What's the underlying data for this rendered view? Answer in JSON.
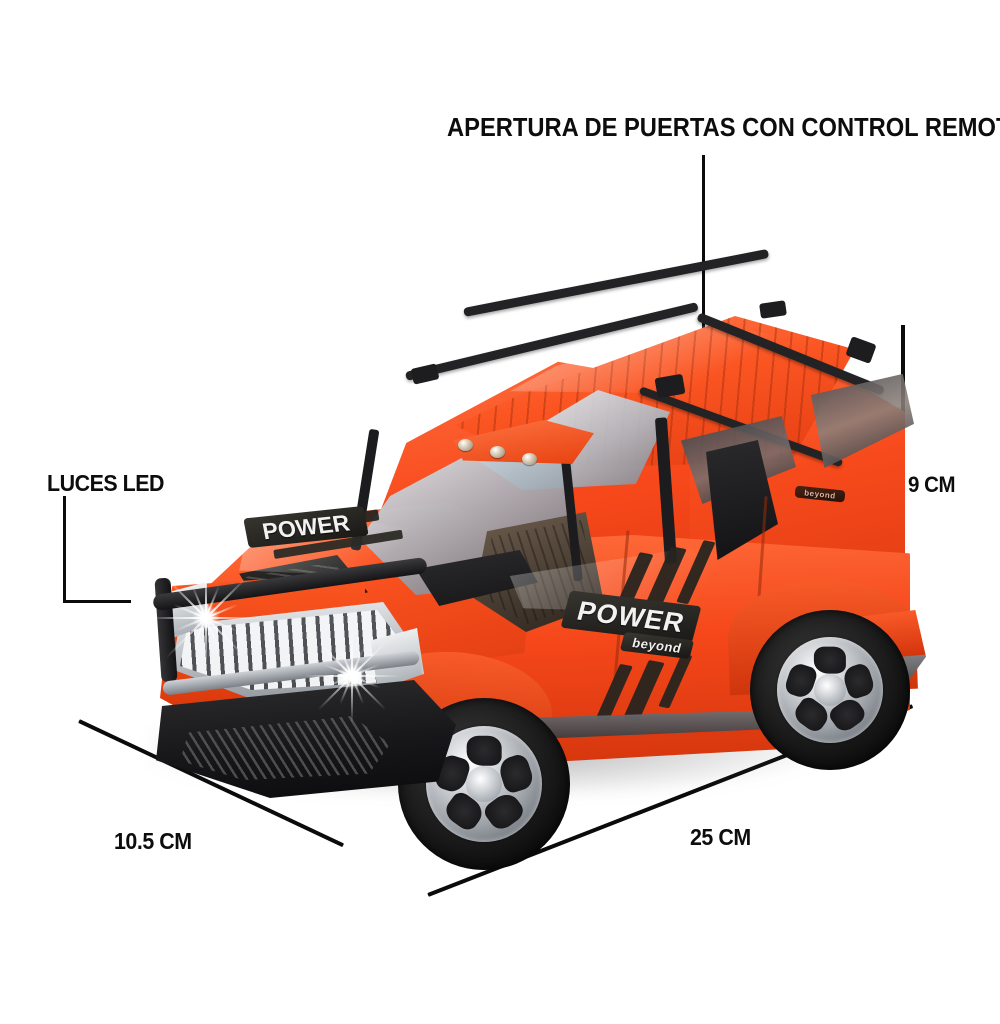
{
  "page": {
    "background_color": "#ffffff",
    "type": "product-infographic"
  },
  "annotations": {
    "title": "APERTURA DE PUERTAS CON CONTROL REMOTO",
    "feature_label": "LUCES LED"
  },
  "dimensions": {
    "height": "9 CM",
    "width": "10.5 CM",
    "length": "25 CM"
  },
  "product": {
    "type": "toy-suv",
    "body_color": "#f8491c",
    "accent_dark": "#1b1b1d",
    "chrome": "#d5d9dd",
    "decals": {
      "side_badge": "POWER",
      "side_sub_badge": "beyond",
      "hood_badge": "POWER",
      "rear_badge": "beyond"
    },
    "features": [
      "LED headlights",
      "Remote control opening doors",
      "Chrome five-spoke wheels",
      "Roof rack rails",
      "Opening sunroof"
    ]
  },
  "colors": {
    "text": "#0d0d0d",
    "line": "#0b0b0b",
    "orange": "#f8491c",
    "orange_light": "#ff7a48",
    "orange_dark": "#cf350c"
  }
}
